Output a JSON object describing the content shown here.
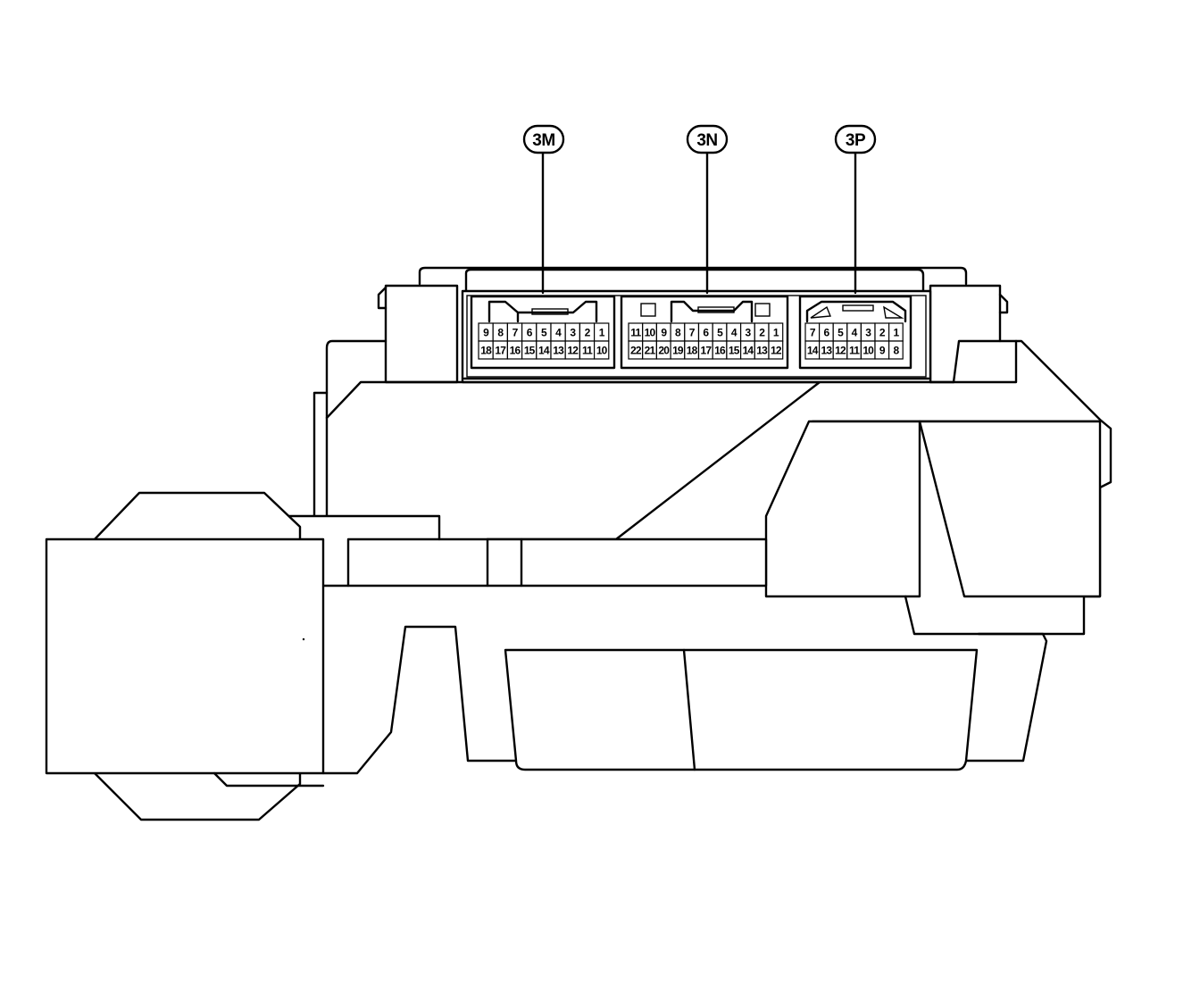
{
  "connectors": [
    {
      "id": "3m",
      "label": "3M",
      "rows": [
        [
          "9",
          "8",
          "7",
          "6",
          "5",
          "4",
          "3",
          "2",
          "1"
        ],
        [
          "18",
          "17",
          "16",
          "15",
          "14",
          "13",
          "12",
          "11",
          "10"
        ]
      ]
    },
    {
      "id": "3n",
      "label": "3N",
      "rows": [
        [
          "11",
          "10",
          "9",
          "8",
          "7",
          "6",
          "5",
          "4",
          "3",
          "2",
          "1"
        ],
        [
          "22",
          "21",
          "20",
          "19",
          "18",
          "17",
          "16",
          "15",
          "14",
          "13",
          "12"
        ]
      ]
    },
    {
      "id": "3p",
      "label": "3P",
      "rows": [
        [
          "7",
          "6",
          "5",
          "4",
          "3",
          "2",
          "1"
        ],
        [
          "14",
          "13",
          "12",
          "11",
          "10",
          "9",
          "8"
        ]
      ]
    }
  ]
}
